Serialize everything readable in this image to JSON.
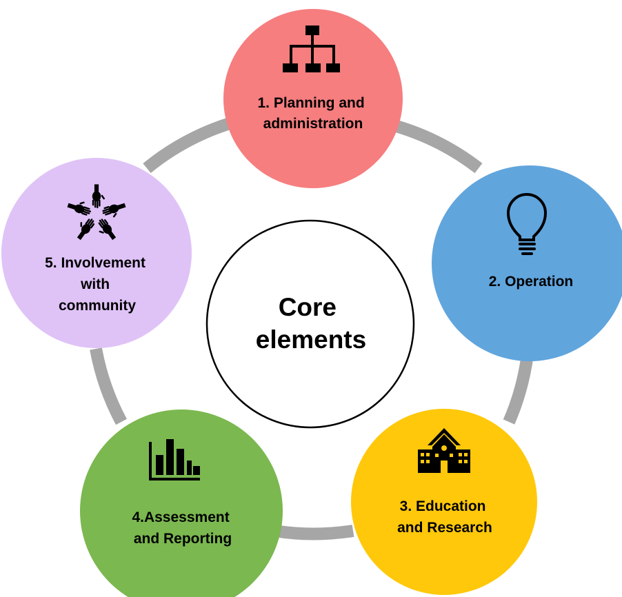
{
  "diagram": {
    "center": {
      "lines": [
        "Core",
        "elements"
      ]
    },
    "nodes": [
      {
        "id": "planning",
        "lines": [
          "1. Planning and",
          "administration"
        ],
        "color": "#f67e7f",
        "icon": "org-chart-icon"
      },
      {
        "id": "operation",
        "lines": [
          "2. Operation"
        ],
        "color": "#61a5dd",
        "icon": "lightbulb-icon"
      },
      {
        "id": "education",
        "lines": [
          "3. Education",
          "and Research"
        ],
        "color": "#ffc80b",
        "icon": "school-building-icon"
      },
      {
        "id": "assessment",
        "lines": [
          "4.Assessment",
          "and Reporting"
        ],
        "color": "#7bb850",
        "icon": "bar-chart-icon"
      },
      {
        "id": "community",
        "lines": [
          "5. Involvement",
          "with",
          "community"
        ],
        "color": "#dfc3f7",
        "icon": "joined-hands-icon"
      }
    ],
    "colors": {
      "ring": "#a6a6a6",
      "ring_highlight": "#c8c8c8",
      "center_border": "#000000",
      "icon": "#000000"
    }
  }
}
